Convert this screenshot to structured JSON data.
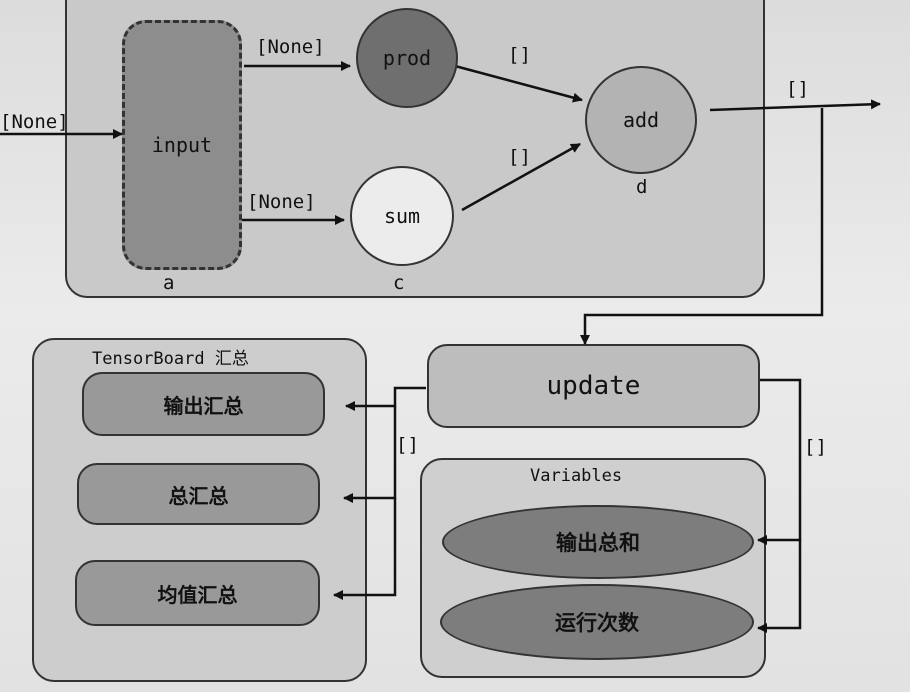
{
  "nodes": {
    "input": {
      "label": "input",
      "sub": "a"
    },
    "prod": {
      "label": "prod"
    },
    "sum": {
      "label": "sum",
      "sub": "c"
    },
    "add": {
      "label": "add",
      "sub": "d"
    },
    "update": {
      "label": "update"
    }
  },
  "edge_labels": {
    "into_input": "[None]",
    "input_to_prod": "[None]",
    "input_to_sum": "[None]",
    "prod_to_add": "[]",
    "sum_to_add": "[]",
    "add_out": "[]",
    "update_to_summaries": "[]",
    "update_to_variables": "[]"
  },
  "tensorboard": {
    "title": "TensorBoard 汇总",
    "items": [
      "输出汇总",
      "总汇总",
      "均值汇总"
    ]
  },
  "variables": {
    "title": "Variables",
    "items": [
      "输出总和",
      "运行次数"
    ]
  }
}
